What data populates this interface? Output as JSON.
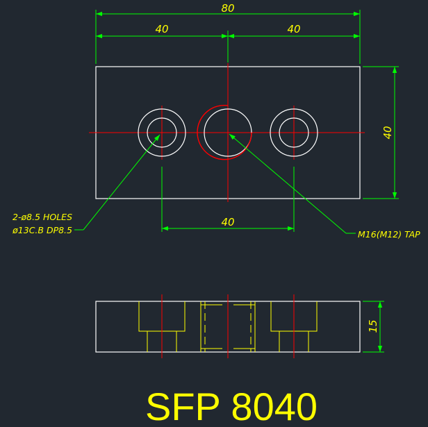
{
  "dimensions": {
    "overall_width": "80",
    "left_half": "40",
    "right_half": "40",
    "height": "40",
    "hole_spacing": "40",
    "thickness": "15"
  },
  "callouts": {
    "holes_line1": "2-ø8.5 HOLES",
    "holes_line2": "ø13C.B DP8.5",
    "tap": "M16(M12) TAP"
  },
  "title": "SFP 8040",
  "colors": {
    "background": "#212830",
    "outline": "#ffffff",
    "dimension": "#00ff00",
    "centerline": "#ff0000",
    "hidden": "#ffff00",
    "text": "#ffff00"
  }
}
